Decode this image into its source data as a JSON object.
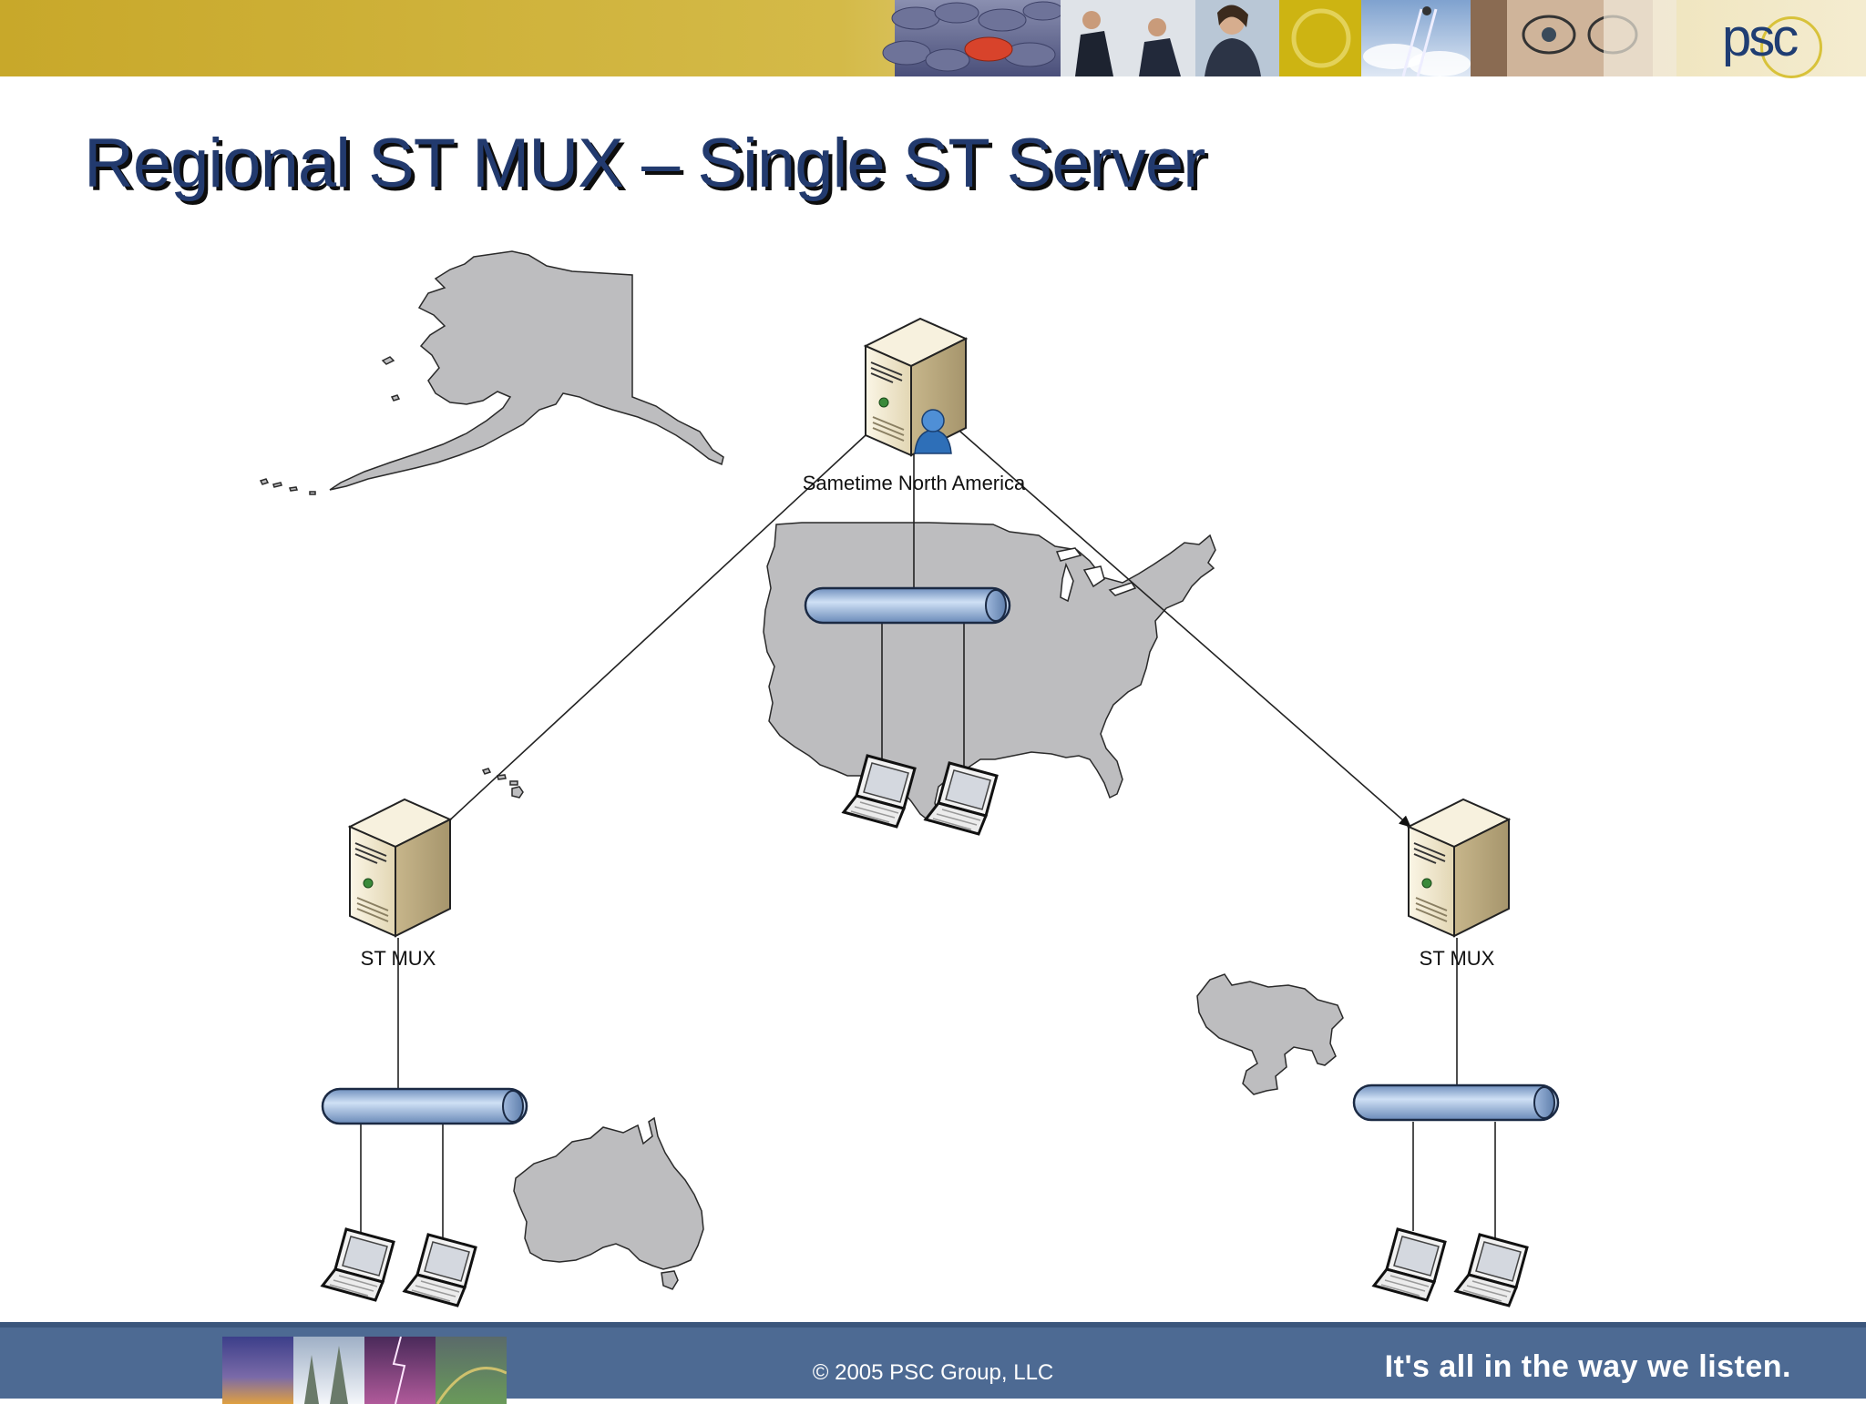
{
  "slide": {
    "title": "Regional ST MUX – Single ST Server",
    "logo_text": "psc"
  },
  "diagram": {
    "central_server_label": "Sametime North America",
    "left_mux_label": "ST MUX",
    "right_mux_label": "ST MUX"
  },
  "footer": {
    "copyright": "© 2005 PSC Group, LLC",
    "tagline": "It's all in the way we listen."
  },
  "colors": {
    "title": "#223a6e",
    "footer_bar": "#4d6a93",
    "map_fill": "#bdbdbf",
    "pipe": "#a9c4e6",
    "server_front": "#efe6cc",
    "server_side": "#d2c39d"
  },
  "icons": [
    "server-icon",
    "user-icon",
    "laptop-icon",
    "network-bus-icon",
    "map-alaska",
    "map-usa",
    "map-hawaii",
    "map-australia",
    "map-venezuela"
  ]
}
